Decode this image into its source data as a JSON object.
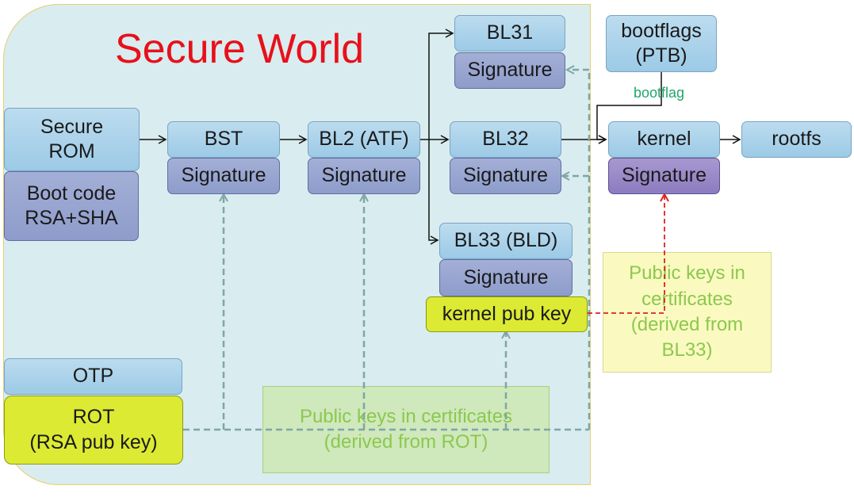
{
  "title": "Secure World",
  "secure_rom": {
    "label": "Secure\nROM",
    "sub": "Boot code\nRSA+SHA"
  },
  "bst": {
    "label": "BST",
    "sig": "Signature"
  },
  "bl2": {
    "label": "BL2 (ATF)",
    "sig": "Signature"
  },
  "bl31": {
    "label": "BL31",
    "sig": "Signature"
  },
  "bl32": {
    "label": "BL32",
    "sig": "Signature"
  },
  "bl33": {
    "label": "BL33 (BLD)",
    "sig": "Signature",
    "key": "kernel pub key"
  },
  "bootflags": {
    "label": "bootflags\n(PTB)",
    "edge_label": "bootflag"
  },
  "kernel": {
    "label": "kernel",
    "sig": "Signature"
  },
  "rootfs": {
    "label": "rootfs"
  },
  "otp": {
    "label": "OTP",
    "rot": "ROT\n(RSA pub key)"
  },
  "notes": {
    "rot_certs": "Public keys in certificates\n(derived from ROT)",
    "bl33_certs": "Public keys in\ncertificates\n(derived from\nBL33)"
  },
  "colors": {
    "title": "#e8101a",
    "solid_arrow": "#111111",
    "cert_arrow": "#7fa6a6",
    "kernel_key_arrow": "#e02020",
    "note_text": "#8cc84e",
    "edge_label": "#22a56a"
  }
}
